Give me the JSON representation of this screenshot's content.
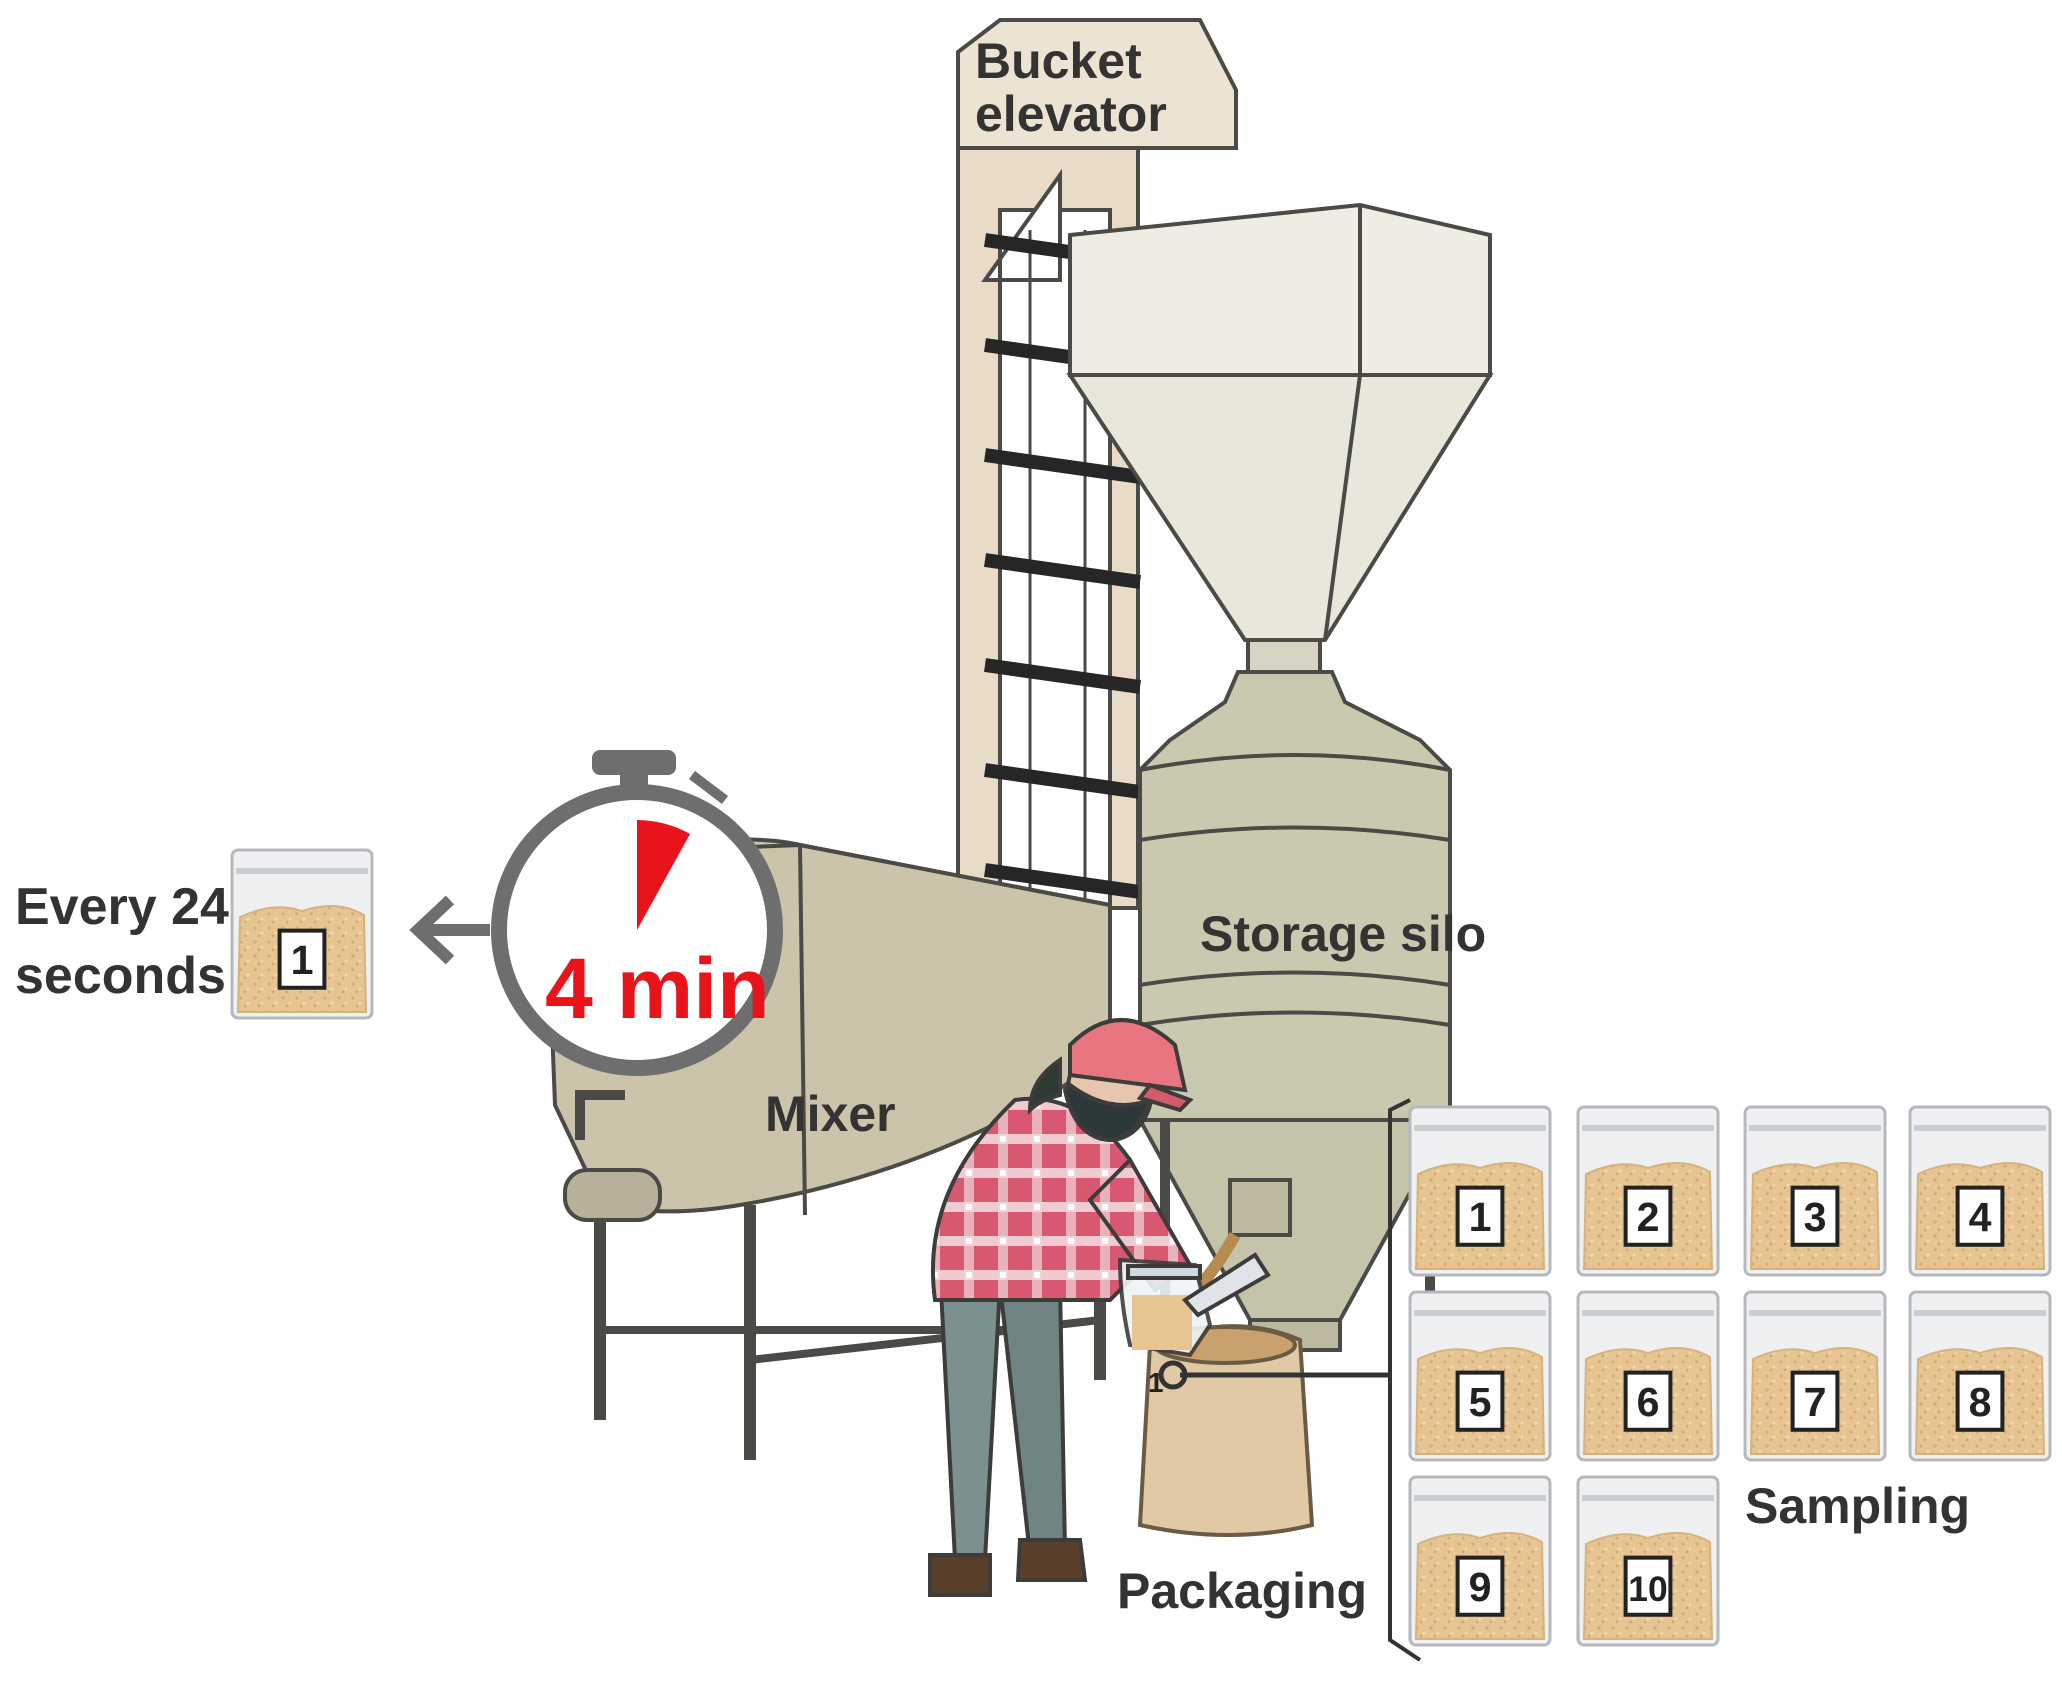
{
  "labels": {
    "bucket_elevator_1": "Bucket",
    "bucket_elevator_2": "elevator",
    "storage_silo": "Storage silo",
    "mixer": "Mixer",
    "packaging": "Packaging",
    "sampling": "Sampling",
    "every_1": "Every 24",
    "every_2": "seconds"
  },
  "timer": {
    "text": "4 min"
  },
  "single_bag": {
    "number": "1"
  },
  "bags": [
    "1",
    "2",
    "3",
    "4",
    "5",
    "6",
    "7",
    "8",
    "9",
    "10"
  ],
  "held_bag": {
    "number": "1"
  },
  "colors": {
    "accent": "#e8131b",
    "machine": "#c9c2aa",
    "machine_dark": "#a9a288",
    "outline": "#4a4a46",
    "silo": "#cbc8b0",
    "sand": "#e6c592",
    "timer_ring": "#6e6e6e",
    "shirt": "#d4566e",
    "cap": "#e8757f",
    "pants": "#7b908f"
  }
}
